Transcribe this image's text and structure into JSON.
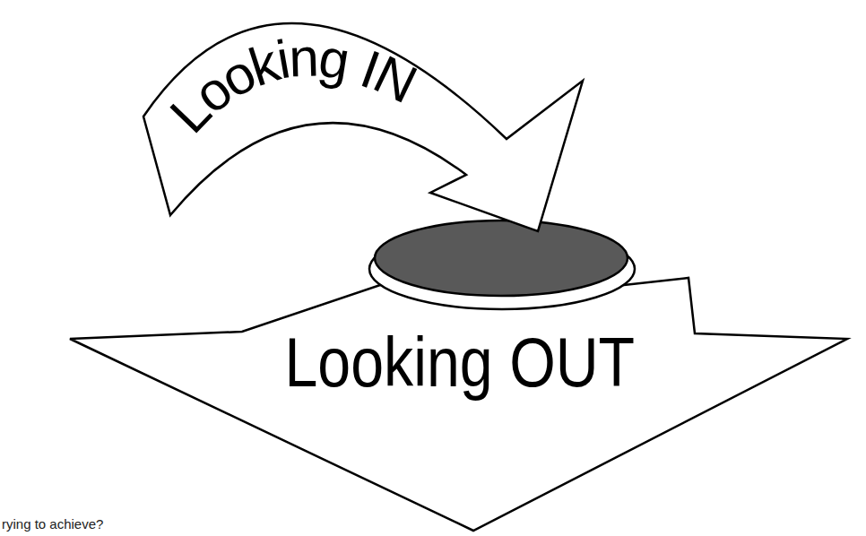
{
  "diagram": {
    "nodes": [
      {
        "text": [
          "Looking IN"
        ]
      },
      {
        "text": [
          "Looking OUT"
        ]
      }
    ],
    "labels": [
      "rying to achieve?"
    ]
  }
}
